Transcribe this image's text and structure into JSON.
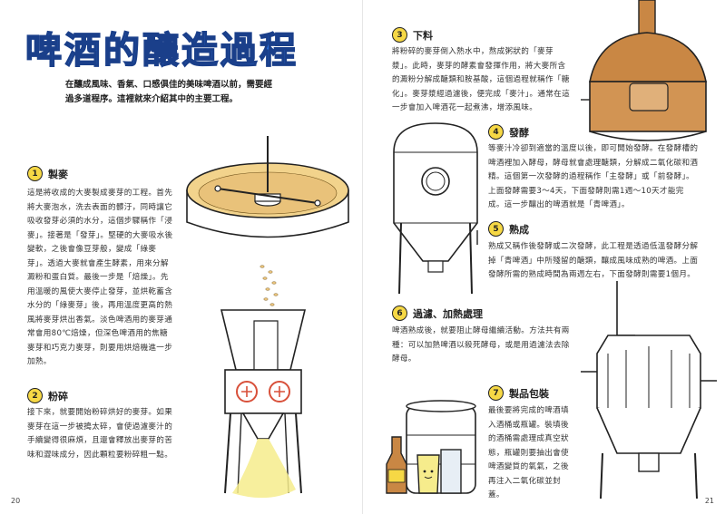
{
  "title": "啤酒的釀造過程",
  "intro": "在釀成風味、香氣、口感俱佳的美味啤酒以前，需要經過多道程序。這裡就來介紹其中的主要工程。",
  "sections": [
    {
      "num": "1",
      "title": "製麥",
      "body": "這是將收成的大麥製成麥芽的工程。首先將大麥泡水，洗去表面的髒汙，同時讓它吸收發芽必須的水分，這個步驟稱作「浸麥」。接著是「發芽」。堅硬的大麥吸水後變軟，之後會像豆芽般，變成「綠麥芽」。透過大麥就會產生酵素，用來分解澱粉和蛋白質。最後一步是「焙燥」。先用溫暖的風使大麥停止發芽，並烘乾蓄含水分的「綠麥芽」後，再用溫度更高的熱風將麥芽烘出香氣。淡色啤酒用的麥芽通常會用80℃焙燥，但深色啤酒用的焦糖麥芽和巧克力麥芽，則要用烘焙機進一步加熱。"
    },
    {
      "num": "2",
      "title": "粉碎",
      "body": "接下來，就要開始粉碎烘好的麥芽。如果麥芽在這一步被搗太碎，會使過濾麥汁的手續變得很麻煩，且還會釋放出麥芽的苦味和澀味成分，因此顆粒要粉碎粗一點。"
    },
    {
      "num": "3",
      "title": "下料",
      "body": "將粉碎的麥芽倒入熱水中，熬成粥狀的「麥芽漿」。此時，麥芽的酵素會發揮作用，將大麥所含的澱粉分解成醣類和胺基酸，這個過程就稱作「糖化」。麥芽漿經過濾後，便完成「麥汁」。通常在這一步會加入啤酒花一起煮沸，增添風味。"
    },
    {
      "num": "4",
      "title": "發酵",
      "body": "等麥汁冷卻到適當的溫度以後，即可開始發酵。在發酵槽的啤酒裡加入酵母，酵母就會處理醣類，分解成二氧化碳和酒精。這個第一次發酵的過程稱作「主發酵」或「前發酵」。上面發酵需要3～4天，下面發酵則需1週～10天才能完成。這一步釀出的啤酒就是「青啤酒」。"
    },
    {
      "num": "5",
      "title": "熟成",
      "body": "熟成又稱作後發酵或二次發酵，此工程是透過低溫發酵分解掉「青啤酒」中所殘留的醣類，釀成風味成熟的啤酒。上面發酵所需的熟成時間為兩週左右，下面發酵則需要1個月。"
    },
    {
      "num": "6",
      "title": "過濾、加熱處理",
      "body": "啤酒熟成後，就要阻止酵母繼續活動。方法共有兩種：可以加熱啤酒以殺死酵母，或是用過濾法去除酵母。"
    },
    {
      "num": "7",
      "title": "製品包裝",
      "body": "最後要將完成的啤酒填入酒桶或瓶罐。裝填後的酒桶需處理成真空狀態，瓶罐則要抽出會使啤酒變質的氧氣，之後再注入二氧化碳並封蓋。"
    }
  ],
  "page_left": "20",
  "page_right": "21",
  "colors": {
    "title_blue": "#2a6fd8",
    "badge_yellow": "#f6d845",
    "copper": "#c98744",
    "malt": "#e9c27a"
  }
}
